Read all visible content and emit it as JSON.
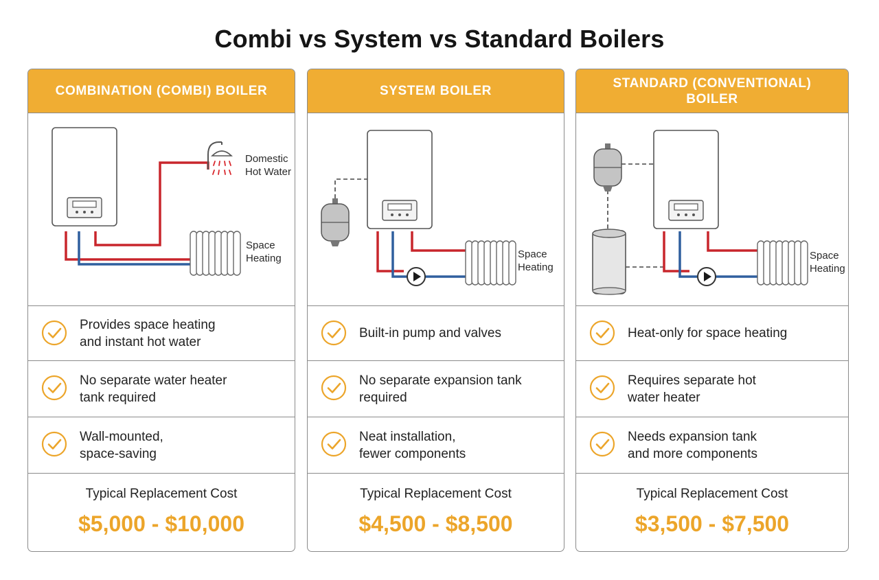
{
  "title": "Combi vs System vs Standard Boilers",
  "colors": {
    "accent": "#f0ad33",
    "hot_pipe": "#c8262c",
    "cold_pipe": "#2f5f9e",
    "cost": "#eca52a"
  },
  "icons": [
    "boiler-icon",
    "shower-icon",
    "radiator-icon",
    "pump-icon",
    "expansion-tank-icon",
    "hot-water-cylinder-icon",
    "check-icon"
  ],
  "columns": [
    {
      "header": "COMBINATION (COMBI) BOILER",
      "diagram_labels": {
        "hot_water": "Domestic\nHot Water",
        "space_heating": "Space\nHeating"
      },
      "features": [
        "Provides space heating\nand instant hot water",
        "No separate water heater\ntank required",
        "Wall-mounted,\nspace-saving"
      ],
      "cost_label": "Typical Replacement Cost",
      "cost_value": "$5,000 - $10,000"
    },
    {
      "header": "SYSTEM BOILER",
      "diagram_labels": {
        "space_heating": "Space\nHeating"
      },
      "features": [
        "Built-in pump and valves",
        "No separate expansion tank\nrequired",
        "Neat installation,\nfewer components"
      ],
      "cost_label": "Typical Replacement Cost",
      "cost_value": "$4,500 - $8,500"
    },
    {
      "header": "STANDARD (CONVENTIONAL)\nBOILER",
      "diagram_labels": {
        "space_heating": "Space\nHeating"
      },
      "features": [
        "Heat-only for space heating",
        "Requires separate hot\nwater heater",
        "Needs expansion tank\nand more components"
      ],
      "cost_label": "Typical Replacement Cost",
      "cost_value": "$3,500 - $7,500"
    }
  ]
}
